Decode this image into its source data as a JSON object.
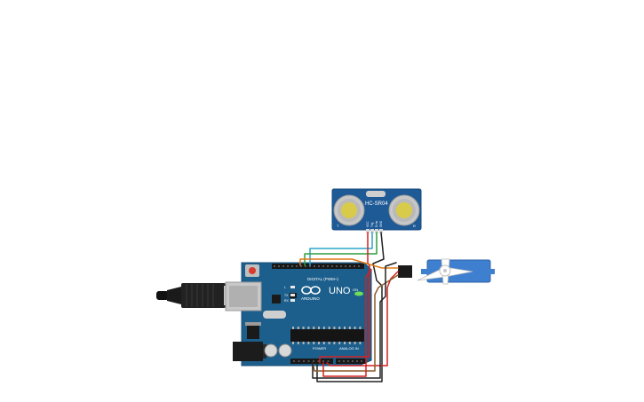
{
  "sensor": {
    "model": "HC-SR04",
    "pins": [
      "VCC",
      "Trig",
      "Echo",
      "GND"
    ],
    "marks": [
      "T",
      "R"
    ]
  },
  "arduino": {
    "brand": "ARDUINO",
    "model": "UNO",
    "digital_header": "DIGITAL (PWM~)",
    "power_header": "POWER",
    "analog_header": "ANALOG IN",
    "leds": [
      "L",
      "TX",
      "RX"
    ],
    "on_label": "ON"
  },
  "colors": {
    "board": "#1d5f8c",
    "sensor_board": "#1e5a96",
    "servo": "#3f7fd0",
    "wire_red": "#d42020",
    "wire_black": "#222222",
    "wire_green": "#2e9e3e",
    "wire_cyan": "#2aa6c8",
    "wire_orange": "#e07818",
    "wire_brown": "#8a5a2b"
  },
  "icons": [
    "usb-cable-icon",
    "arduino-logo-icon",
    "servo-horn-icon",
    "transducer-icon"
  ]
}
